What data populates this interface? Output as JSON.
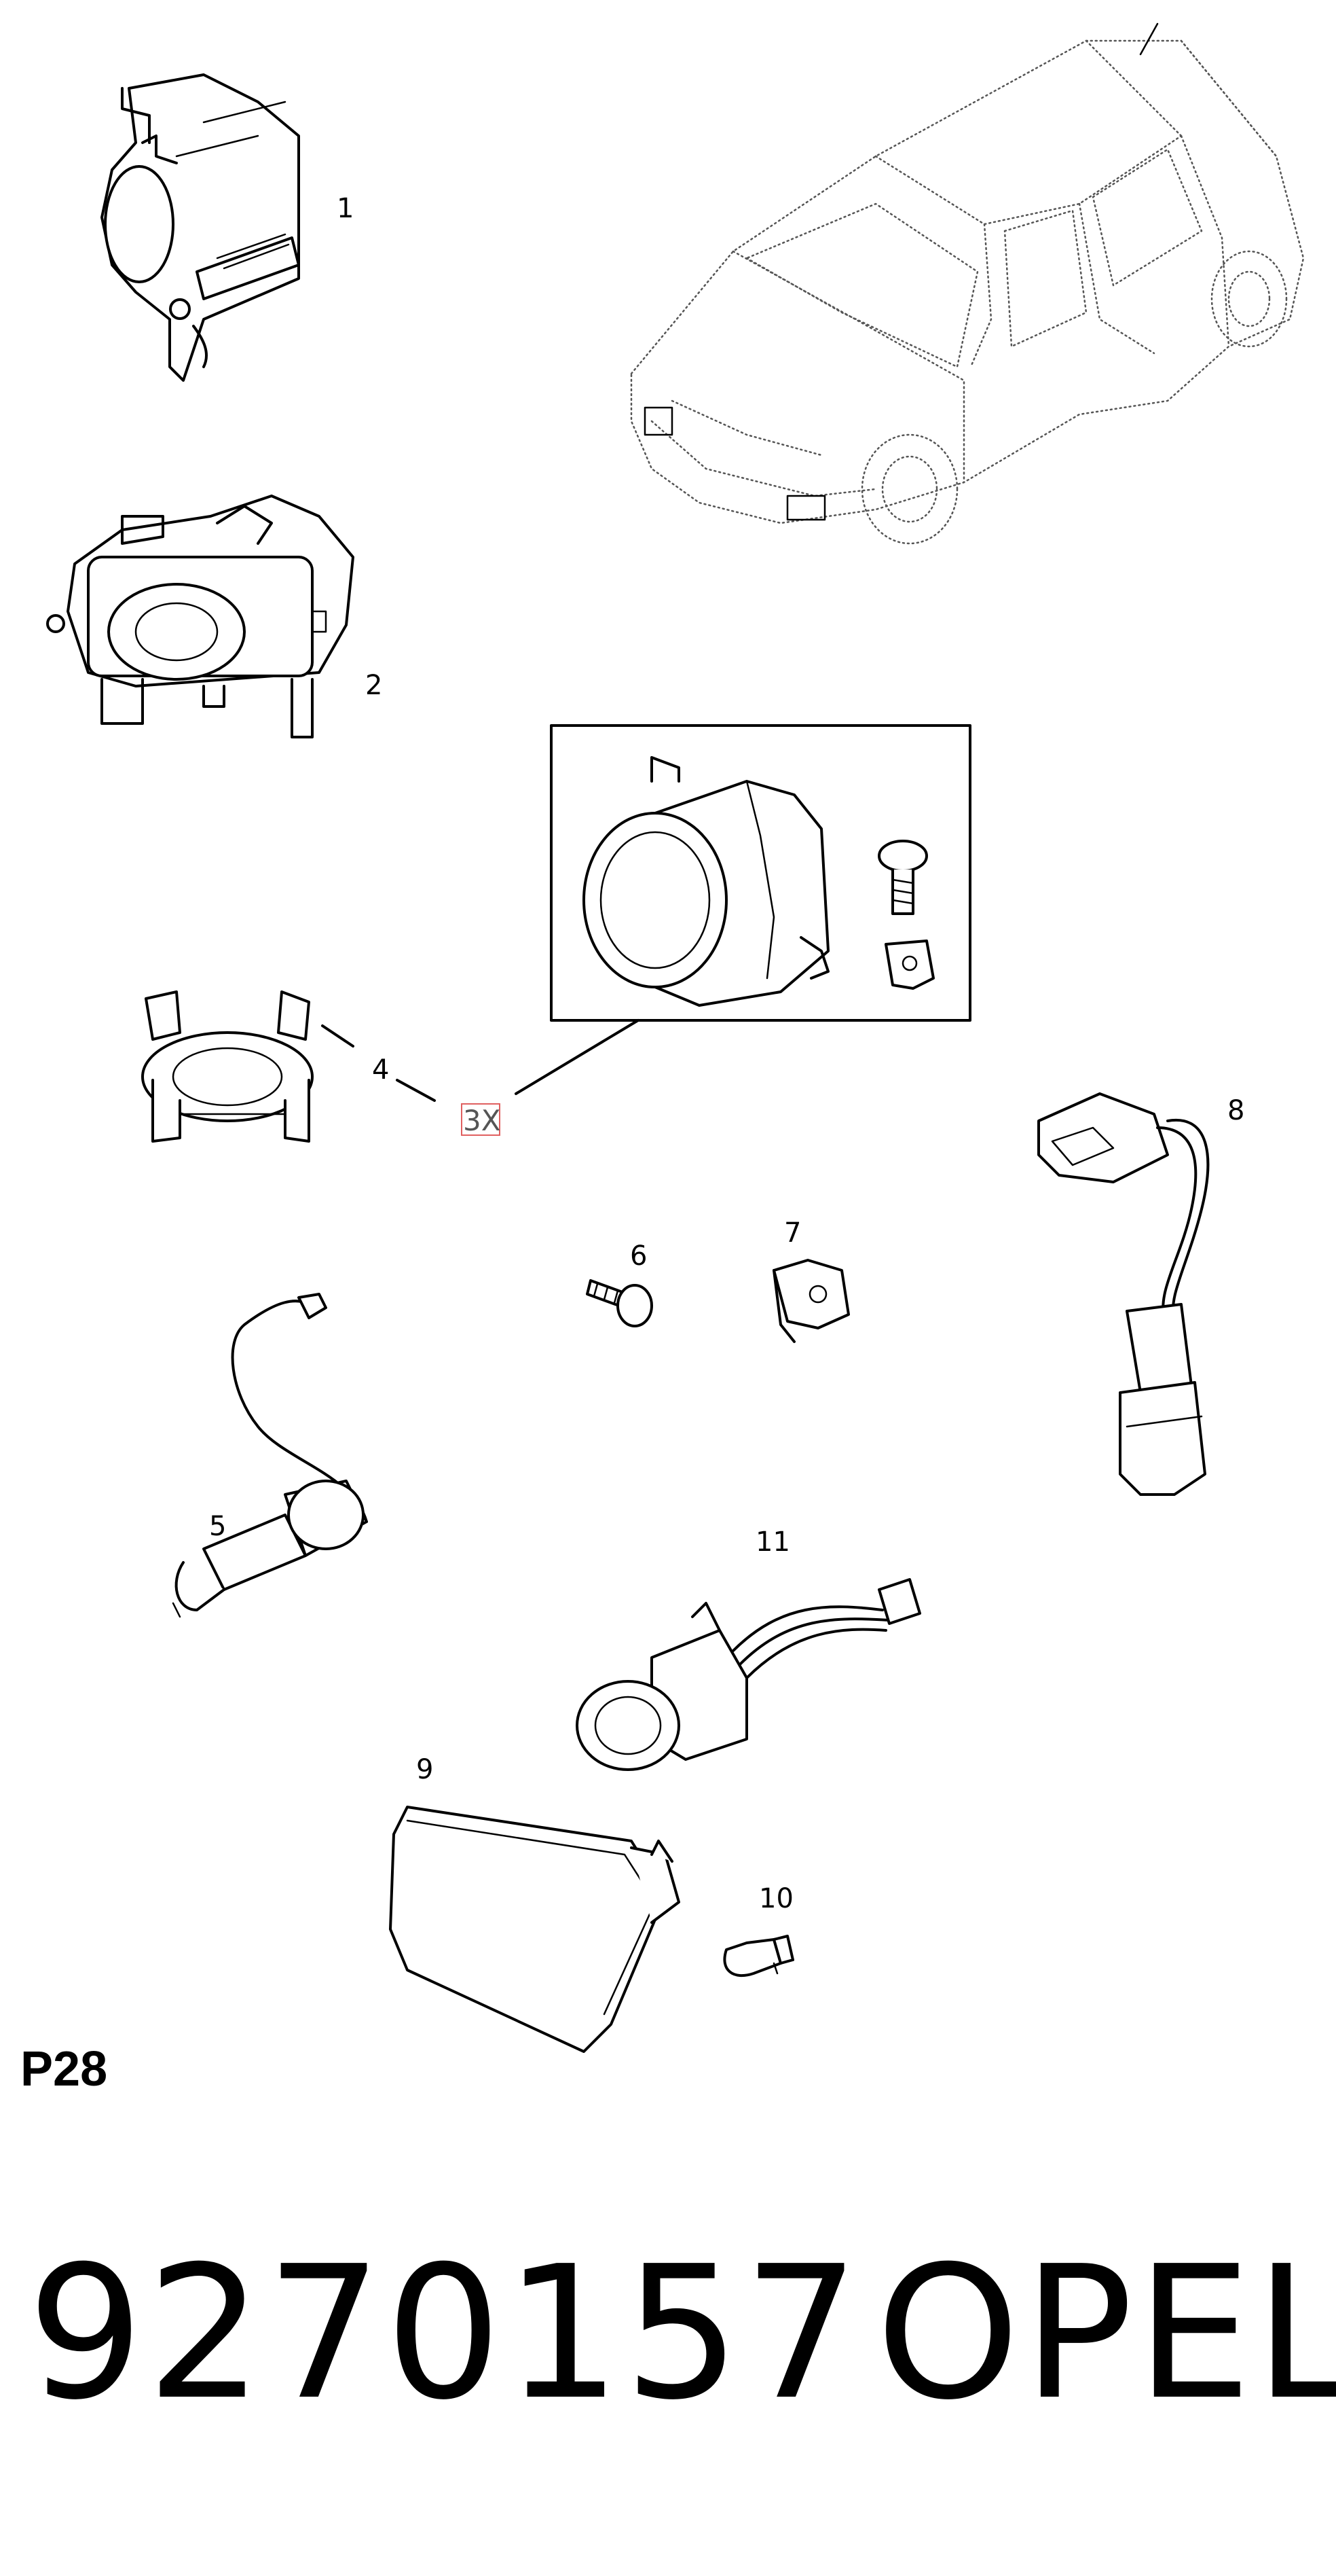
{
  "diagram": {
    "code": "P28",
    "part_number": "9270157",
    "brand": "OPEL",
    "quantity_marker": "3X",
    "callouts": [
      "1",
      "2",
      "4",
      "5",
      "6",
      "7",
      "8",
      "9",
      "10",
      "11"
    ]
  },
  "colors": {
    "line": "#000000",
    "dotted": "#555555",
    "highlight": "#e06060",
    "background": "#ffffff"
  }
}
